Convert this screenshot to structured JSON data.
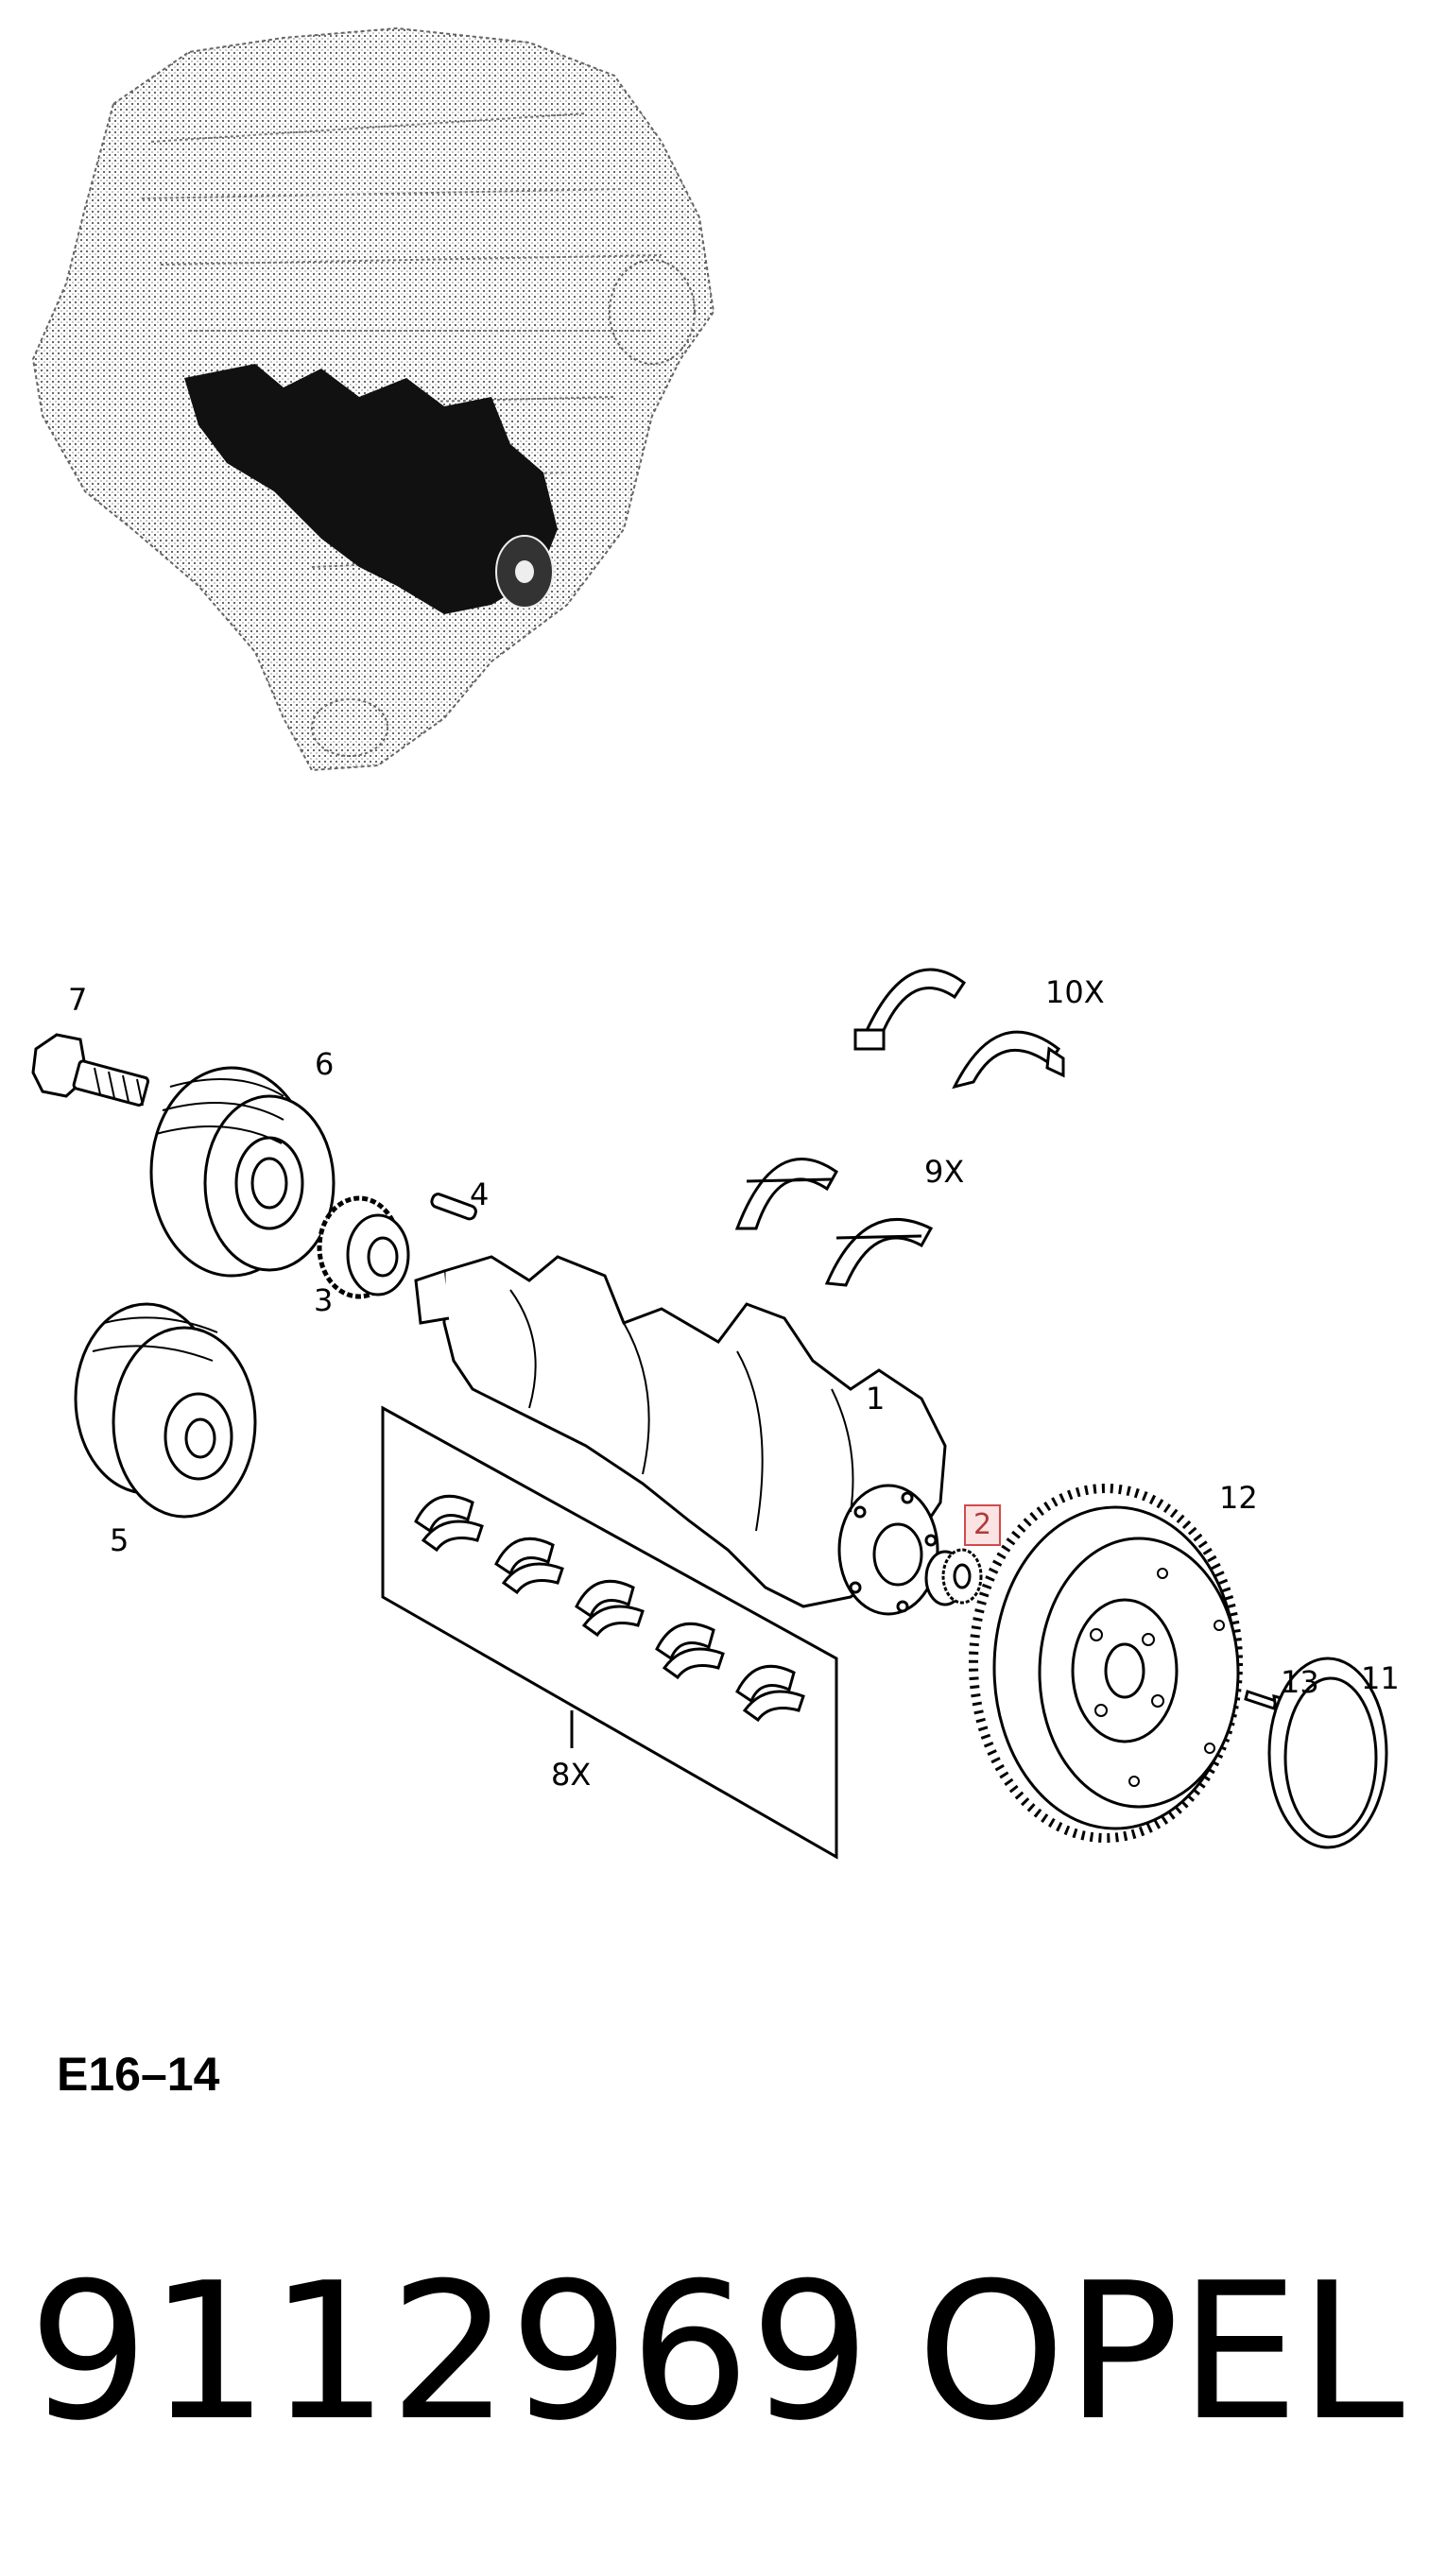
{
  "callouts": {
    "c1": "1",
    "c2": "2",
    "c3": "3",
    "c4": "4",
    "c5": "5",
    "c6": "6",
    "c7": "7",
    "c8": "8X",
    "c9": "9X",
    "c10": "10X",
    "c11": "11",
    "c12": "12",
    "c13": "13"
  },
  "highlighted_callout": "2",
  "diagram_code": "E16–14",
  "part_number": "9112969",
  "brand": "OPEL",
  "colors": {
    "highlight_fill": "#fbe3e3",
    "highlight_border": "#d24a4a",
    "ink": "#000000"
  }
}
